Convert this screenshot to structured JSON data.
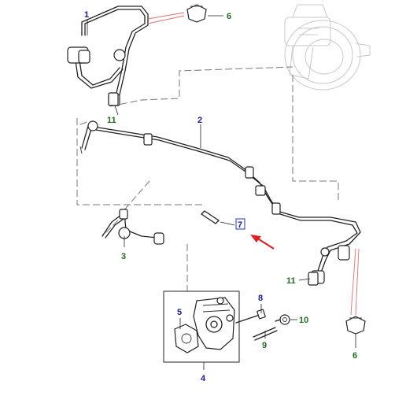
{
  "diagram": {
    "callouts": [
      {
        "id": "c1",
        "label": "1",
        "color": "#1a1a9a"
      },
      {
        "id": "c2",
        "label": "2",
        "color": "#1a1a9a"
      },
      {
        "id": "c3",
        "label": "3",
        "color": "#1f6b1f"
      },
      {
        "id": "c4",
        "label": "4",
        "color": "#1a1a9a"
      },
      {
        "id": "c5",
        "label": "5",
        "color": "#1a1a9a"
      },
      {
        "id": "c6a",
        "label": "6",
        "color": "#1f6b1f"
      },
      {
        "id": "c6b",
        "label": "6",
        "color": "#1f6b1f"
      },
      {
        "id": "c7",
        "label": "7",
        "color": "#1a1a9a"
      },
      {
        "id": "c8",
        "label": "8",
        "color": "#1a1a9a"
      },
      {
        "id": "c9",
        "label": "9",
        "color": "#1f6b1f"
      },
      {
        "id": "c10",
        "label": "10",
        "color": "#1f6b1f"
      },
      {
        "id": "c11a",
        "label": "11",
        "color": "#1f6b1f"
      },
      {
        "id": "c11b",
        "label": "11",
        "color": "#1f6b1f"
      }
    ],
    "colors": {
      "line": "#222222",
      "ghost": "#c8c8c8",
      "leader_red": "#e07070",
      "arrow_red": "#e02020",
      "highlight_box": "#2233cc"
    },
    "icons": [
      "brake-booster-icon",
      "vacuum-pump-icon",
      "red-arrow-icon"
    ]
  }
}
